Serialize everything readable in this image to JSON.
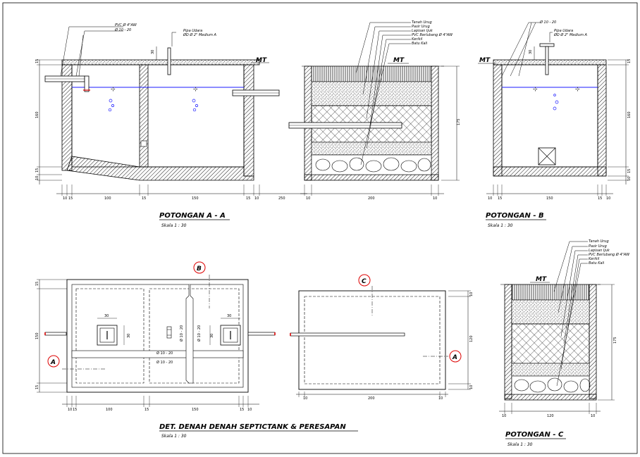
{
  "colors": {
    "line": "#000000",
    "water": "#1a1aff",
    "pipe_red": "#dd0000",
    "bg": "#ffffff"
  },
  "sec_aa": {
    "title": "POTONGAN  A - A",
    "scale": "Skala  1 : 30",
    "mt": "MT",
    "lbl_pvc": "PVC Ø 4\"AW",
    "lbl_d": "Ø 10 - 20",
    "lbl_pipa": "Pipa Udara",
    "lbl_pipa2": "ØD Ø 2\"  Medium A",
    "dims_bottom": [
      "10",
      "15",
      "100",
      "15",
      "150",
      "15",
      "10",
      "250"
    ],
    "dims_left": [
      "15",
      "160",
      "15",
      "10"
    ],
    "dim_top": "30"
  },
  "sec_pr": {
    "mt": "MT",
    "dims_bottom": [
      "10",
      "200",
      "10"
    ],
    "dim_right": "175"
  },
  "layers": {
    "items": [
      "Tanah Urug",
      "Pasir Urug",
      "Lapisan Ijuk",
      "PVC Berlubang Ø 4\"AW",
      "Kerikil",
      "Batu Kali"
    ]
  },
  "sec_b": {
    "title": "POTONGAN  -  B",
    "scale": "Skala  1 : 30",
    "mt": "MT",
    "lbl_d": "Ø 10 - 20",
    "lbl_pipa": "Pipa Udara",
    "lbl_pipa2": "ØD Ø 2\"  Medium A",
    "dim_top": "30",
    "dims_bottom": [
      "10",
      "15",
      "150",
      "15",
      "10"
    ],
    "dims_left": [
      "15",
      "160",
      "15",
      "10"
    ]
  },
  "plan": {
    "title": "DET.  DENAH DENAH SEPTICTANK & PERESAPAN",
    "scale": "Skala  1 : 30",
    "bub_a": "A",
    "bub_b": "B",
    "bub_c": "C",
    "d30a": "30",
    "d30b": "30",
    "d30c": "30",
    "d30d": "30",
    "rebar1": "Ø 10 - 20",
    "rebar2": "Ø 10 - 20",
    "rebar3": "Ø 10 - 20",
    "rebar4": "Ø 10 - 20",
    "dims_bottom": [
      "10",
      "15",
      "100",
      "15",
      "150",
      "15",
      "10"
    ],
    "dims_left": [
      "15",
      "150",
      "15"
    ],
    "dims_bottom2": [
      "10",
      "200",
      "10"
    ],
    "dims_right2": [
      "10",
      "120",
      "10"
    ]
  },
  "sec_c": {
    "title": "POTONGAN  -  C",
    "scale": "Skala  1 : 30",
    "mt": "MT",
    "items": [
      "Tanah Urug",
      "Pasir Urug",
      "Lapisan Ijuk",
      "PVC Berlubang Ø 4\"AW",
      "Kerikil",
      "Batu Kali"
    ],
    "dims_bottom": [
      "10",
      "120",
      "10"
    ],
    "dim_right": "175"
  }
}
